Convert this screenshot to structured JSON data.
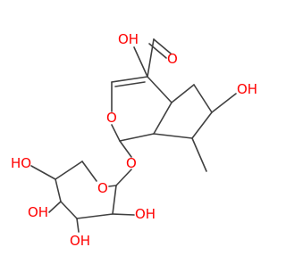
{
  "structure": {
    "type": "chemical-structure",
    "atom_color_oxygen": "#ff0000",
    "bond_color": "#404040",
    "labels": {
      "acid_hydroxyl": "OH",
      "acid_carbonyl": "O",
      "ring_hydroxyl": "OH",
      "ring_oxygen": "O",
      "glycoside_oxygen": "O",
      "sugar_ring_oxygen": "O",
      "sugar_hydroxymethyl": "HO",
      "sugar_hydroxyl_left": "OH",
      "sugar_hydroxyl_right": "OH",
      "sugar_hydroxyl_bottom": "OH"
    }
  }
}
